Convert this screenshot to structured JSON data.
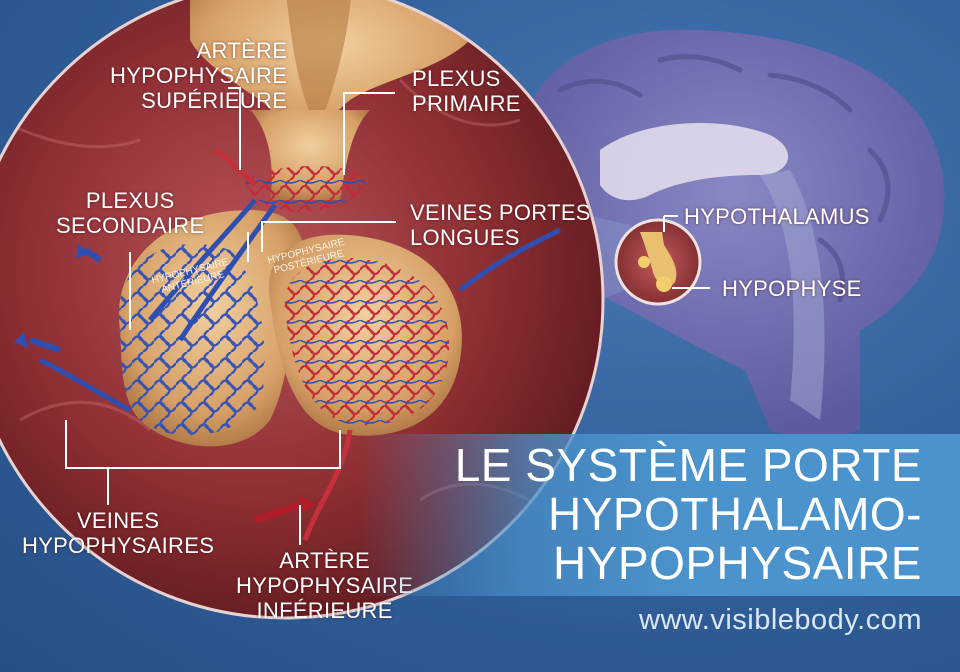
{
  "labels": {
    "artere_sup": [
      "ARTÈRE",
      "HYPOPHYSAIRE",
      "SUPÉRIEURE"
    ],
    "plexus_primaire": [
      "PLEXUS",
      "PRIMAIRE"
    ],
    "plexus_secondaire": [
      "PLEXUS",
      "SECONDAIRE"
    ],
    "veines_portes": [
      "VEINES PORTES",
      "LONGUES"
    ],
    "hypophysaire_anterieure": [
      "HYPOPHYSAIRE",
      "ANTÉRIEURE"
    ],
    "hypophysaire_posterieure": [
      "HYPOPHYSAIRE",
      "POSTÉRIEURE"
    ],
    "veines_hypophysaires": [
      "VEINES",
      "HYPOPHYSAIRES"
    ],
    "artere_inf": [
      "ARTÈRE",
      "HYPOPHYSAIRE",
      "INFÉRIEURE"
    ],
    "hypothalamus": "HYPOTHALAMUS",
    "hypophyse": "HYPOPHYSE"
  },
  "title": [
    "LE SYSTÈME PORTE",
    "HYPOTHALAMO-",
    "HYPOPHYSAIRE"
  ],
  "url": "www.visiblebody.com",
  "colors": {
    "background": "#2c5590",
    "title_band": "#4b93cc",
    "tissue": "#8c2a2e",
    "gland": "#d9a46e",
    "artery": "#c5303c",
    "vein": "#2f4fb0",
    "brain": "#7b78b8"
  }
}
